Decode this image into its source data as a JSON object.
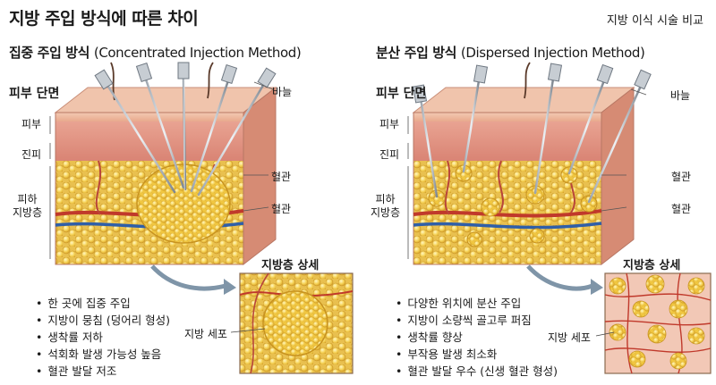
{
  "title": "지방 주입 방식에 따른 차이",
  "subtitle": "지방 이식 시술 비교",
  "panels": {
    "left": {
      "title_ko": "집중 주입 방식",
      "title_en": "(Concentrated Injection Method)",
      "section_label": "피부 단면",
      "labels": {
        "skin": "피부",
        "dermis": "진피",
        "subcutaneous": "피하\n지방층",
        "needle": "바늘",
        "vessel1": "혈관",
        "vessel2": "혈관"
      },
      "detail_title": "지방층 상세",
      "fat_cell_label": "지방 세포",
      "bullets": [
        "한 곳에 집중 주입",
        "지방이 뭉침 (덩어리 형성)",
        "생착률 저하",
        "석회화 발생 가능성 높음",
        "혈관 발달 저조"
      ]
    },
    "right": {
      "title_ko": "분산 주입 방식",
      "title_en": "(Dispersed Injection Method)",
      "section_label": "피부 단면",
      "labels": {
        "skin": "피부",
        "dermis": "진피",
        "subcutaneous": "피하\n지방층",
        "needle": "바늘",
        "vessel1": "혈관",
        "vessel2": "혈관"
      },
      "detail_title": "지방층 상세",
      "fat_cell_label": "지방 세포",
      "bullets": [
        "다양한 위치에 분산 주입",
        "지방이 소량씩 골고루 퍼짐",
        "생착률 향상",
        "부작용 발생 최소화",
        "혈관 발달 우수 (신생 혈관 형성)"
      ]
    }
  }
}
